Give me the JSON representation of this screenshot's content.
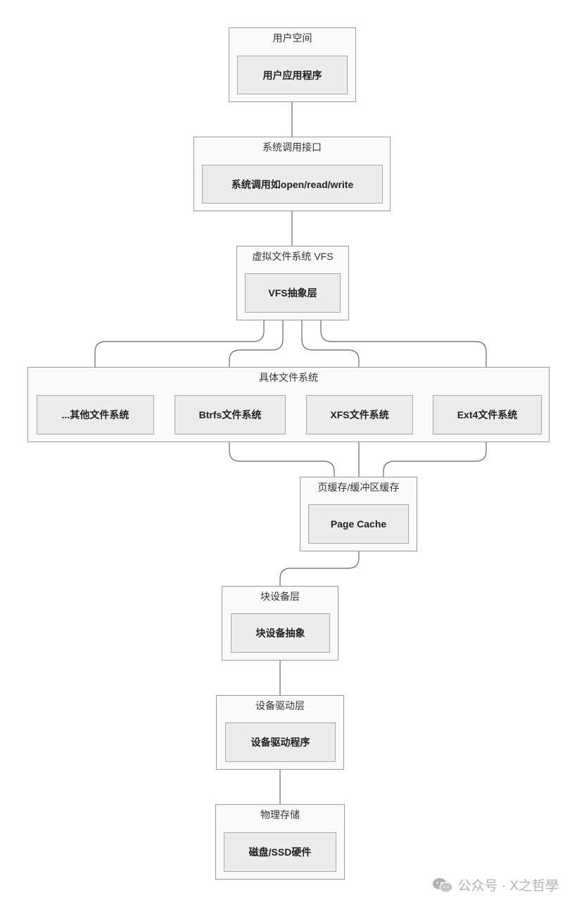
{
  "groups": {
    "user_space": "用户空间",
    "syscall_interface": "系统调用接口",
    "vfs": "虚拟文件系统 VFS",
    "concrete_fs": "具体文件系统",
    "cache": "页缓存/缓冲区缓存",
    "block_layer": "块设备层",
    "driver_layer": "设备驱动层",
    "physical_storage": "物理存储"
  },
  "nodes": {
    "user_app": "用户应用程序",
    "syscall": "系统调用如open/read/write",
    "vfs_abstraction": "VFS抽象层",
    "other_fs": "...其他文件系统",
    "btrfs": "Btrfs文件系统",
    "xfs": "XFS文件系统",
    "ext4": "Ext4文件系统",
    "page_cache": "Page Cache",
    "block_abstraction": "块设备抽象",
    "device_driver": "设备驱动程序",
    "disk_hardware": "磁盘/SSD硬件"
  },
  "watermark": {
    "text": "公众号 · X之哲學",
    "icon": "wechat-icon"
  },
  "colors": {
    "group_fill": "#fafafa",
    "group_border": "#999999",
    "node_fill": "#ececec",
    "node_border": "#a8a8a8",
    "edge": "#666666"
  }
}
